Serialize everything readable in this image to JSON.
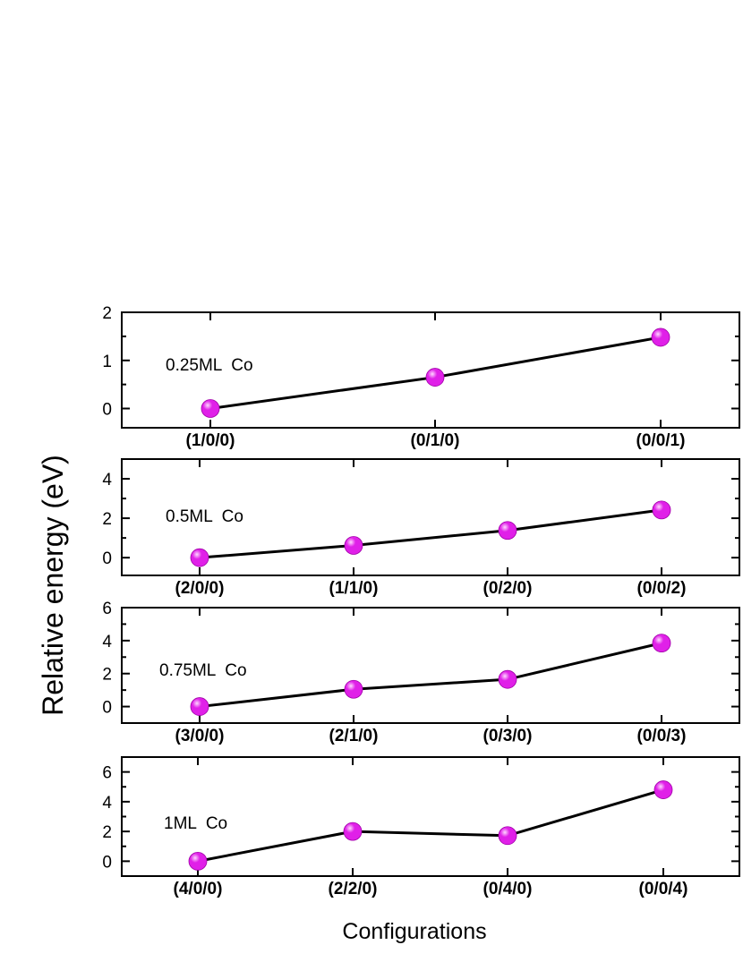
{
  "figure": {
    "ylabel": "Relative energy  (eV)",
    "xlabel": "Configurations"
  },
  "colors": {
    "marker": "#e020e8",
    "marker_highlight": "#ffd8ff",
    "line": "#000000"
  },
  "chart_data": [
    {
      "type": "line",
      "annotation": "0.25ML  Co",
      "categories": [
        "(1/0/0)",
        "(0/1/0)",
        "(0/0/1)"
      ],
      "values": [
        0,
        0.65,
        1.48
      ],
      "ylim": [
        -0.4,
        2
      ],
      "yticks": [
        0,
        1,
        2
      ],
      "grid": false
    },
    {
      "type": "line",
      "annotation": "0.5ML  Co",
      "categories": [
        "(2/0/0)",
        "(1/1/0)",
        "(0/2/0)",
        "(0/0/2)"
      ],
      "values": [
        0,
        0.62,
        1.38,
        2.42
      ],
      "ylim": [
        -0.9,
        5
      ],
      "yticks": [
        0,
        2,
        4
      ],
      "grid": false
    },
    {
      "type": "line",
      "annotation": "0.75ML  Co",
      "categories": [
        "(3/0/0)",
        "(2/1/0)",
        "(0/3/0)",
        "(0/0/3)"
      ],
      "values": [
        0,
        1.05,
        1.65,
        3.85
      ],
      "ylim": [
        -1.0,
        6
      ],
      "yticks": [
        0,
        2,
        4,
        6
      ],
      "grid": false
    },
    {
      "type": "line",
      "annotation": "1ML  Co",
      "categories": [
        "(4/0/0)",
        "(2/2/0)",
        "(0/4/0)",
        "(0/0/4)"
      ],
      "values": [
        0,
        2.0,
        1.72,
        4.8
      ],
      "ylim": [
        -1.0,
        7
      ],
      "yticks": [
        0,
        2,
        4,
        6
      ],
      "grid": false
    }
  ]
}
